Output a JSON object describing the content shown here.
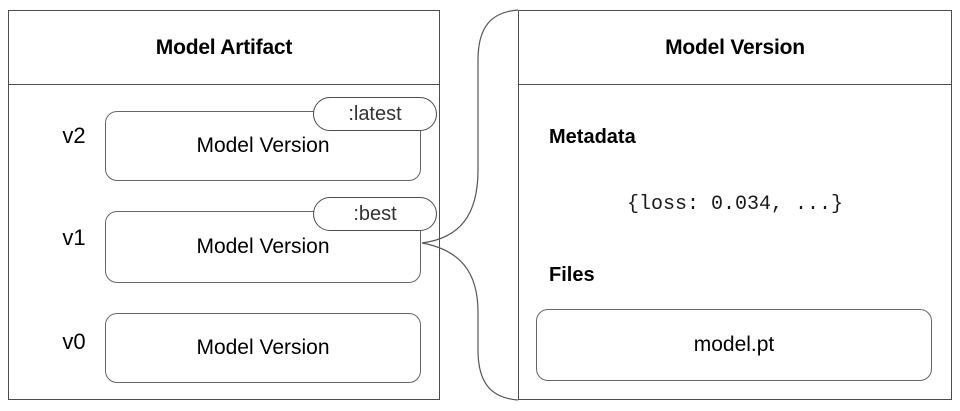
{
  "artifact": {
    "title": "Model Artifact",
    "versions": [
      {
        "label": "v2",
        "box_text": "Model Version",
        "alias": ":latest"
      },
      {
        "label": "v1",
        "box_text": "Model Version",
        "alias": ":best"
      },
      {
        "label": "v0",
        "box_text": "Model Version",
        "alias": null
      }
    ]
  },
  "version_detail": {
    "title": "Model Version",
    "metadata_heading": "Metadata",
    "metadata_value": "{loss: 0.034, ...}",
    "files_heading": "Files",
    "files": [
      {
        "name": "model.pt"
      }
    ]
  },
  "colors": {
    "panel_border": "#4d4d4d",
    "box_border": "#666666",
    "connector": "#555555",
    "background": "#ffffff",
    "text": "#000000"
  }
}
